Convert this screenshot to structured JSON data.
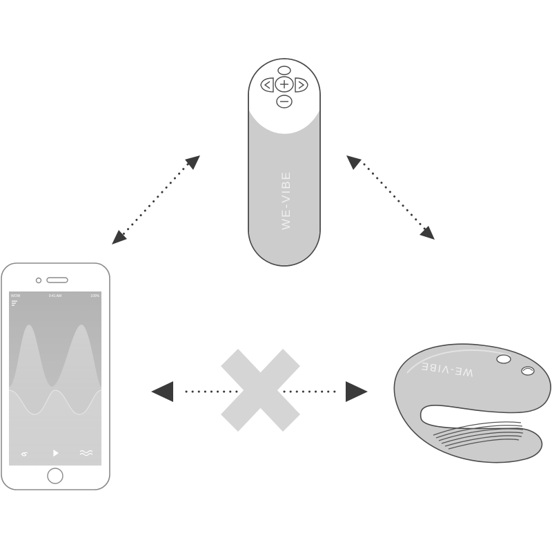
{
  "remote": {
    "brand_text": "WE-VIBE",
    "buttons": [
      "power-button",
      "plus-button",
      "minus-button",
      "left-arrow-button",
      "right-arrow-button"
    ]
  },
  "phone": {
    "status_carrier": "WOW",
    "status_time": "9:41 AM",
    "status_battery": "100%",
    "nav_icons": [
      "menu-icon",
      "device-icon",
      "play-icon",
      "wave-icon"
    ]
  },
  "wearable": {
    "brand_text": "WE-VIBE"
  },
  "connections": [
    {
      "from": "remote",
      "to": "phone",
      "status": "connected"
    },
    {
      "from": "remote",
      "to": "wearable",
      "status": "connected"
    },
    {
      "from": "phone",
      "to": "wearable",
      "status": "blocked"
    }
  ],
  "colors": {
    "outline": "#4a4a4a",
    "device_body": "#cccccc",
    "device_light": "#e6e6e6",
    "arrow": "#3a3a3a",
    "blocked_x": "#d5d5d5",
    "screen": "#bfbfbf"
  }
}
